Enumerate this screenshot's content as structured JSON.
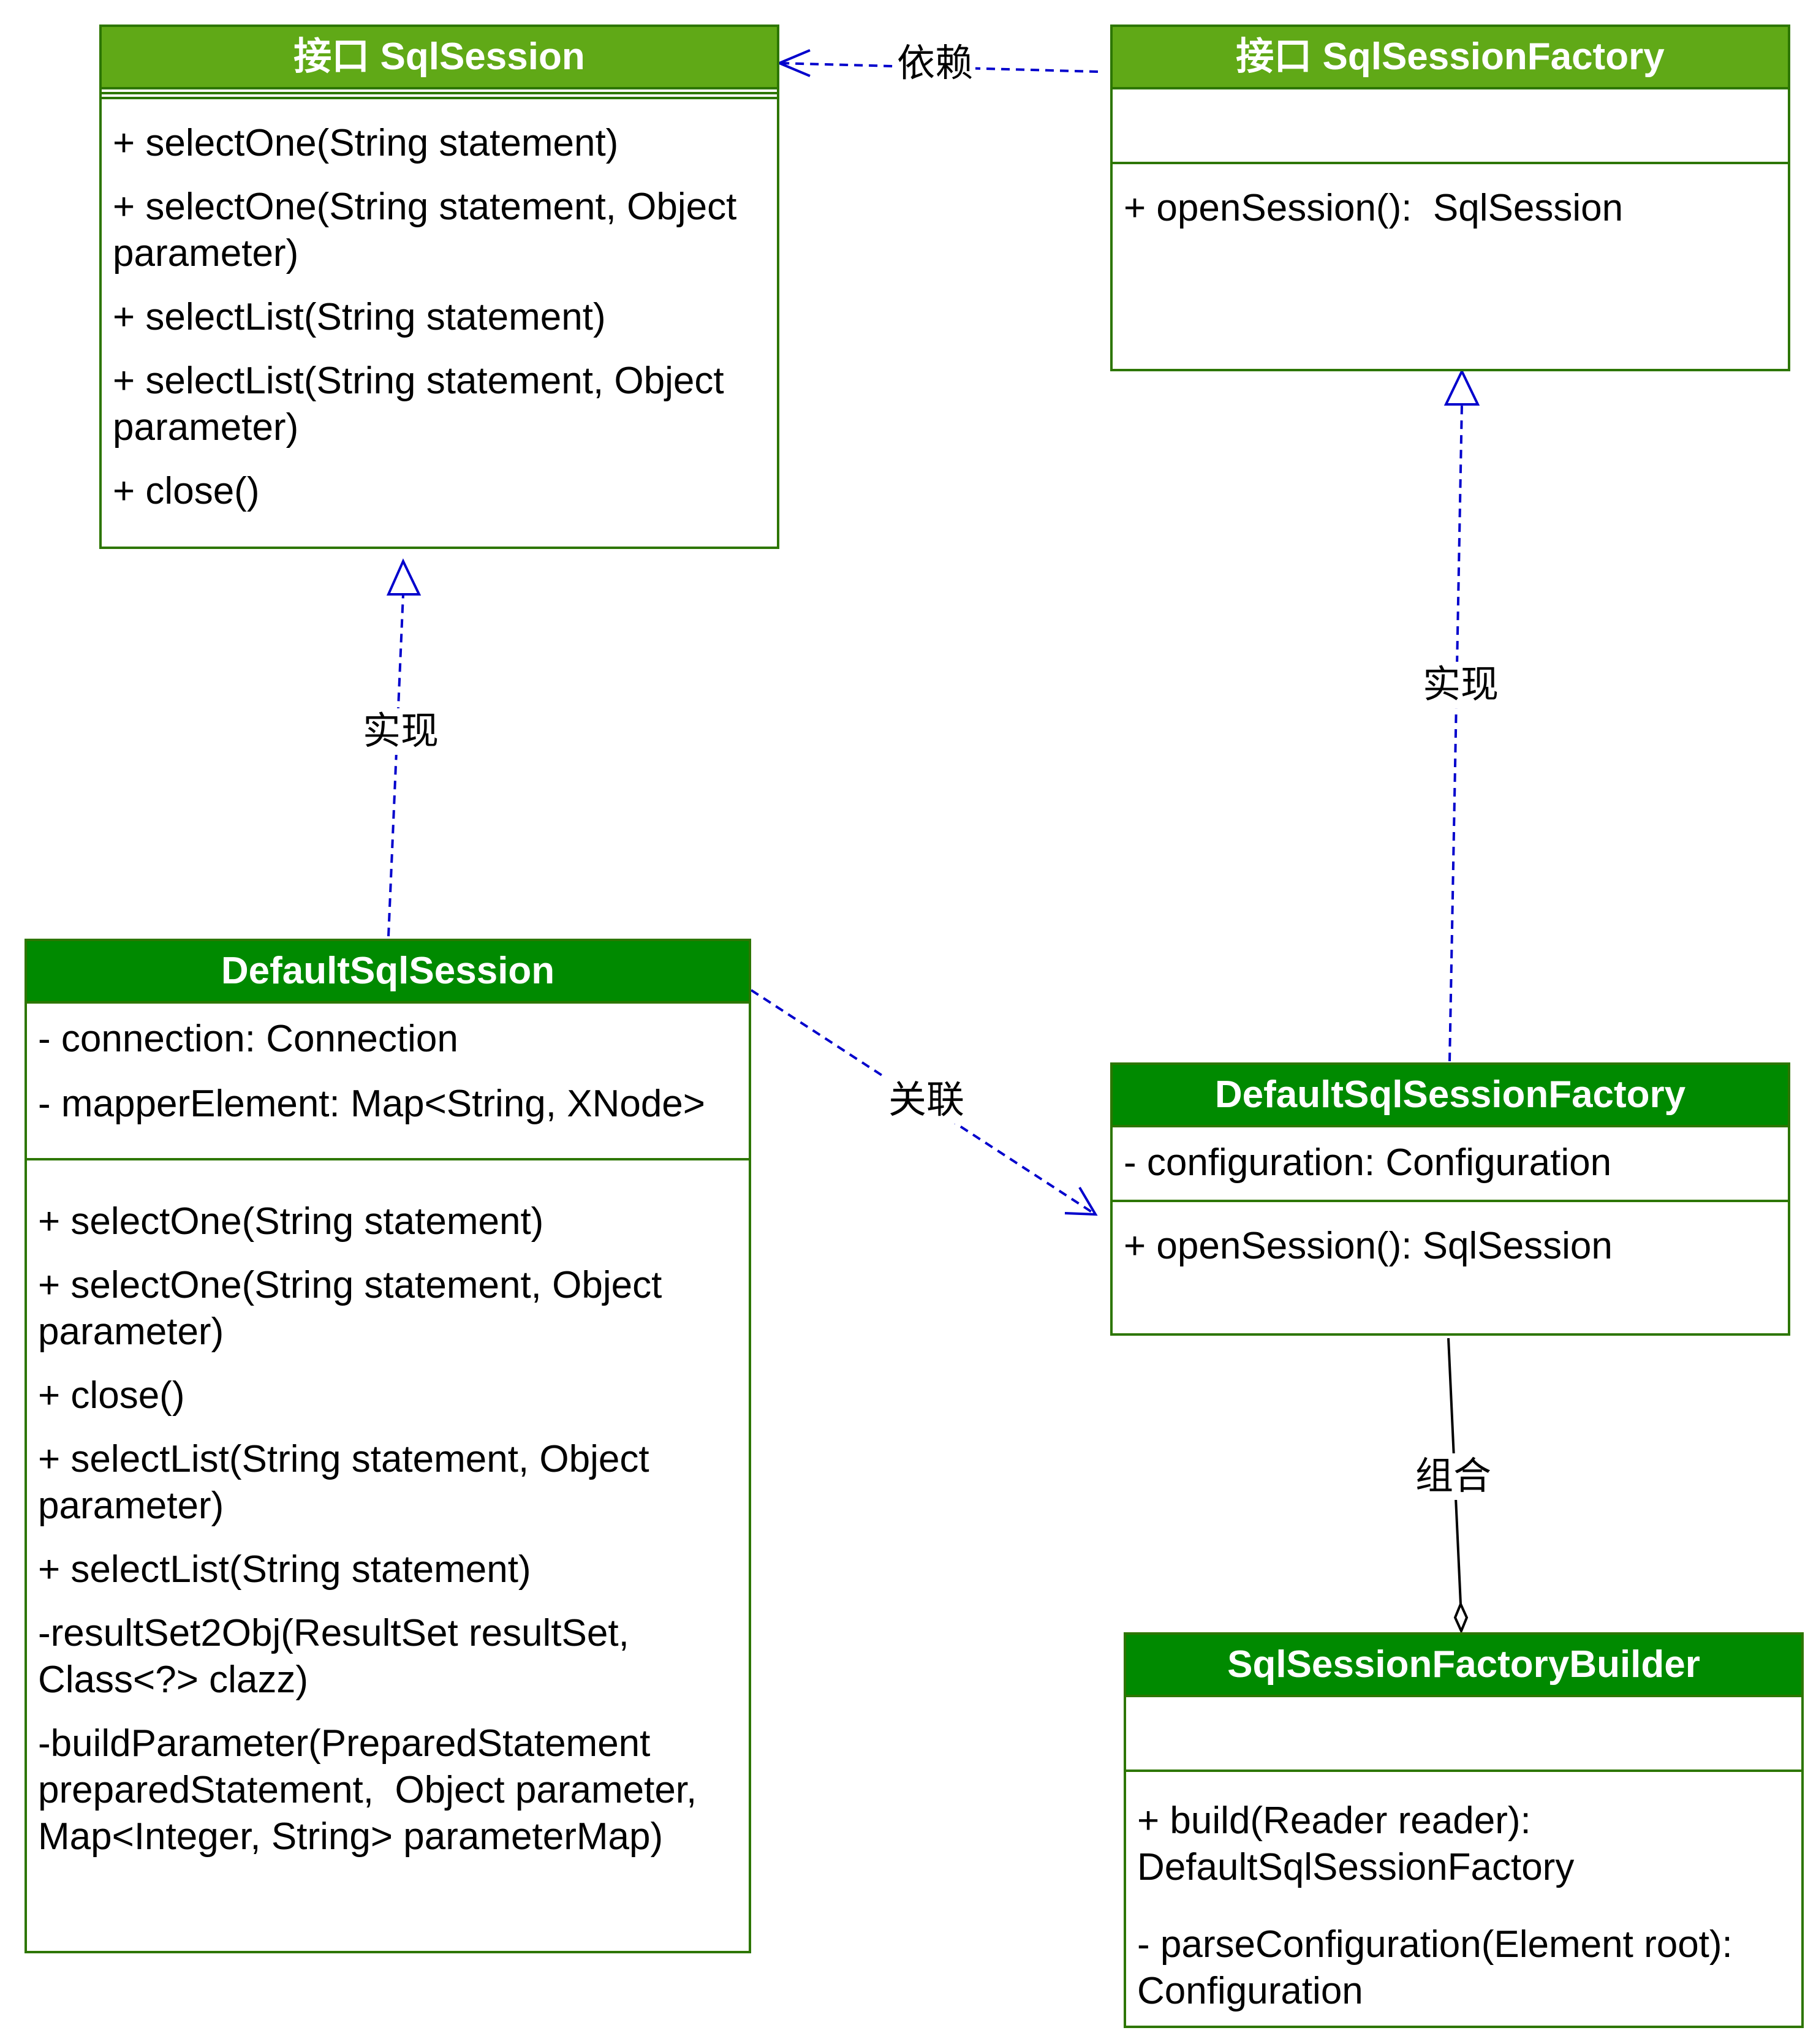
{
  "classes": {
    "sqlsession": {
      "title": "接口 SqlSession",
      "attributes": [],
      "methods": [
        "+ selectOne(String statement)",
        "+ selectOne(String statement, Object parameter)",
        "+ selectList(String statement)",
        "+ selectList(String statement, Object parameter)",
        "+ close()"
      ]
    },
    "sqlsessionfactory": {
      "title": "接口 SqlSessionFactory",
      "attributes": [],
      "methods": [
        "+ openSession():  SqlSession"
      ]
    },
    "defaultsqlsession": {
      "title": "DefaultSqlSession",
      "attributes": [
        "- connection: Connection",
        "- mapperElement: Map<String, XNode>"
      ],
      "methods": [
        "+ selectOne(String statement)",
        "+ selectOne(String statement, Object parameter)",
        "+ close()",
        "+ selectList(String statement, Object parameter)",
        "+ selectList(String statement)",
        "-resultSet2Obj(ResultSet resultSet, Class<?> clazz)",
        "-buildParameter(PreparedStatement preparedStatement,  Object parameter, Map<Integer, String> parameterMap)"
      ]
    },
    "defaultsqlsessionfactory": {
      "title": "DefaultSqlSessionFactory",
      "attributes": [
        "- configuration: Configuration"
      ],
      "methods": [
        "+ openSession(): SqlSession"
      ]
    },
    "sqlsessionfactorybuilder": {
      "title": "SqlSessionFactoryBuilder",
      "attributes": [],
      "methods": [
        "+ build(Reader reader): DefaultSqlSessionFactory",
        "- parseConfiguration(Element root): Configuration"
      ]
    }
  },
  "relations": {
    "dependency": "依赖",
    "realize_sqlsession": "实现",
    "realize_factory": "实现",
    "association": "关联",
    "composition": "组合"
  },
  "colors": {
    "interface_header": "#60a917",
    "class_header": "#008a00",
    "border": "#2d7600",
    "edge": "#0000cc",
    "composition_edge": "#000000"
  }
}
